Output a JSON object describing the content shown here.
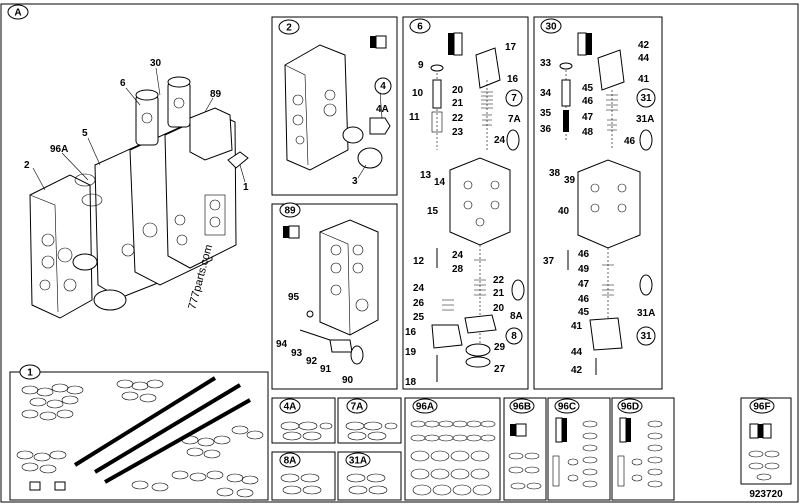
{
  "sheet": {
    "section": "A",
    "drawing_number": "923720",
    "watermark": "777parts.com"
  },
  "main_assembly": {
    "labels": [
      "30",
      "89",
      "6",
      "96A",
      "5",
      "2",
      "1"
    ]
  },
  "panel_2": {
    "title": "2",
    "labels": [
      "4",
      "4A",
      "3"
    ]
  },
  "panel_89": {
    "title": "89",
    "labels": [
      "95",
      "94",
      "93",
      "92",
      "91",
      "90"
    ]
  },
  "panel_6": {
    "title": "6",
    "labels": [
      "17",
      "9",
      "16",
      "10",
      "20",
      "21",
      "22",
      "11",
      "23",
      "24",
      "7",
      "7A",
      "13",
      "14",
      "15",
      "12",
      "24",
      "28",
      "22",
      "21",
      "20",
      "8A",
      "24",
      "26",
      "25",
      "16",
      "19",
      "18",
      "29",
      "27",
      "8"
    ]
  },
  "panel_30": {
    "title": "30",
    "labels": [
      "42",
      "44",
      "33",
      "41",
      "34",
      "45",
      "46",
      "35",
      "47",
      "36",
      "48",
      "31",
      "31A",
      "46",
      "38",
      "39",
      "40",
      "37",
      "46",
      "49",
      "47",
      "46",
      "45",
      "41",
      "44",
      "42",
      "31A",
      "31"
    ]
  },
  "kit_1": {
    "title": "1"
  },
  "kits": [
    {
      "title": "4A"
    },
    {
      "title": "7A"
    },
    {
      "title": "96A"
    },
    {
      "title": "96B"
    },
    {
      "title": "96C"
    },
    {
      "title": "96D"
    },
    {
      "title": "8A"
    },
    {
      "title": "31A"
    },
    {
      "title": "96F"
    }
  ]
}
